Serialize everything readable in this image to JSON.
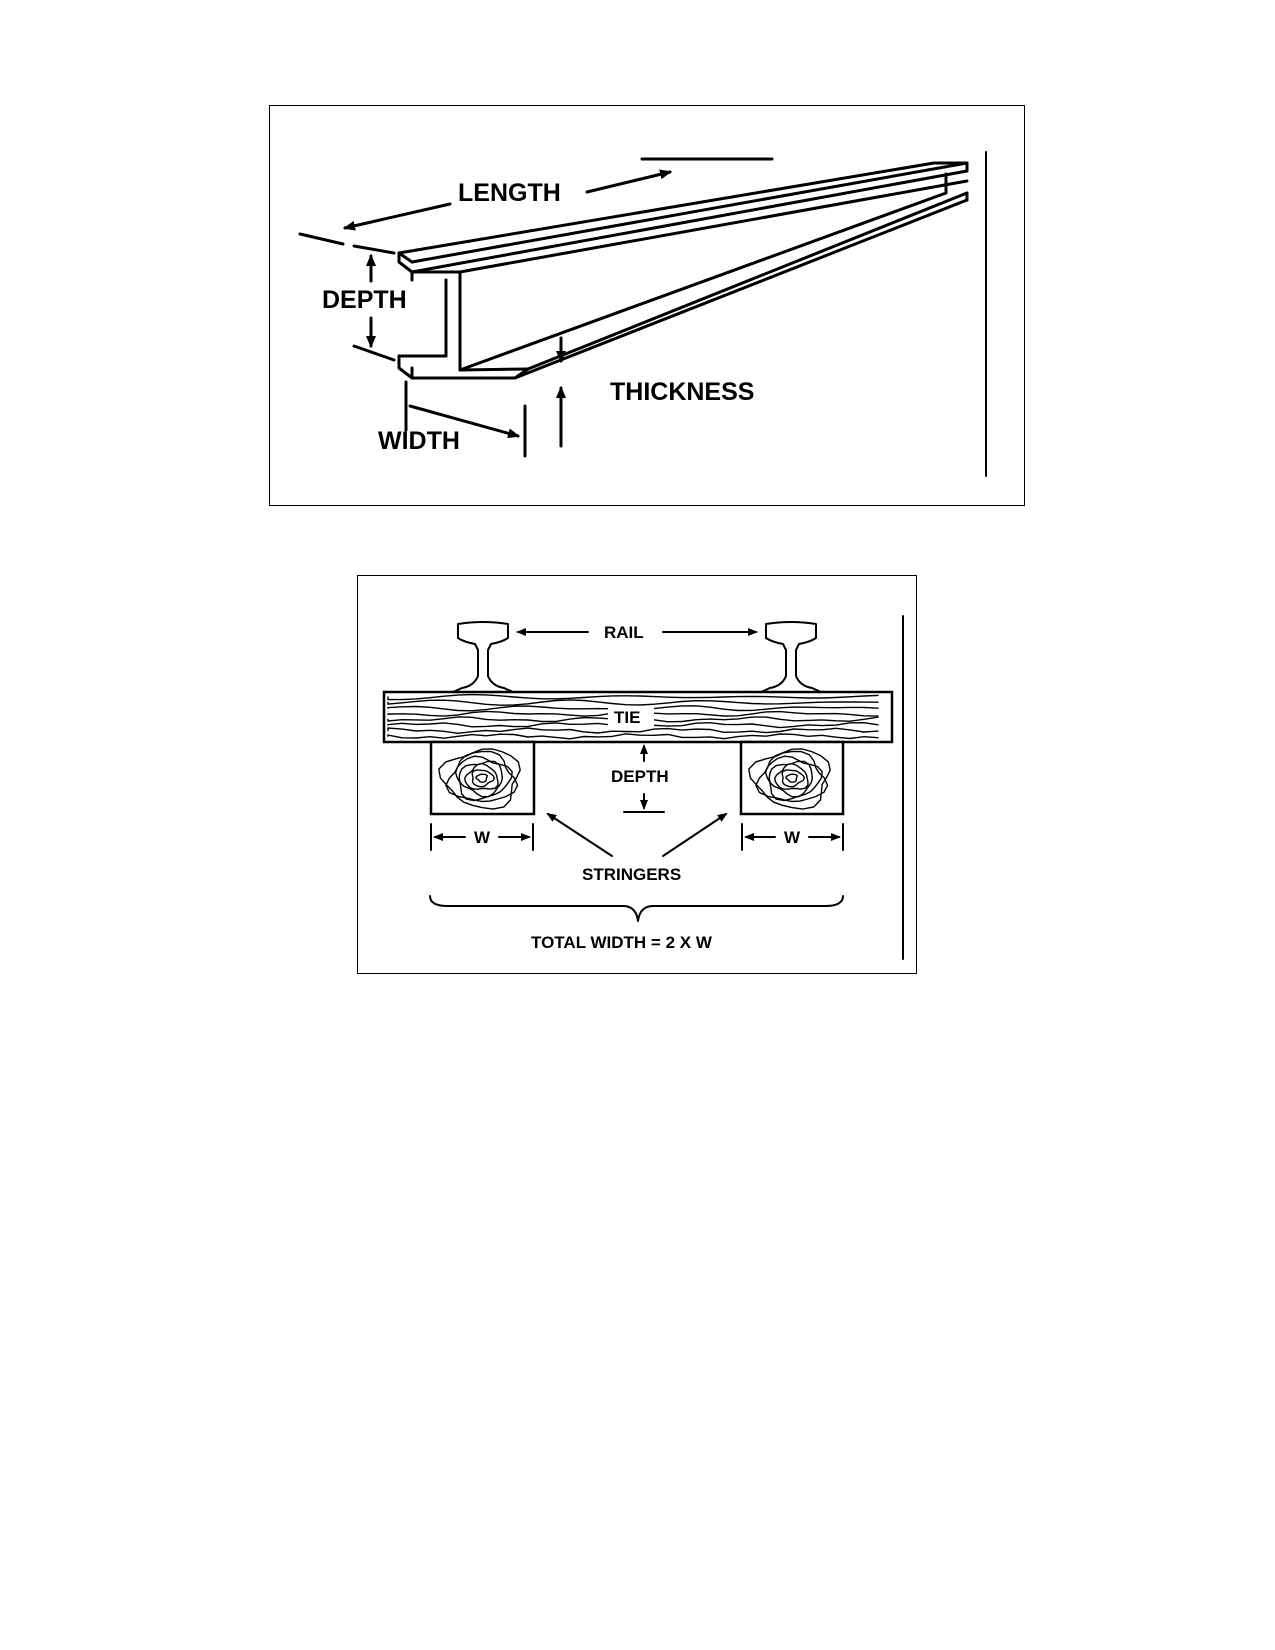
{
  "beam_figure": {
    "labels": {
      "length": "LENGTH",
      "depth": "DEPTH",
      "width": "WIDTH",
      "thickness": "THICKNESS"
    }
  },
  "track_figure": {
    "labels": {
      "rail": "RAIL",
      "tie": "TIE",
      "depth": "DEPTH",
      "w_left": "W",
      "w_right": "W",
      "stringers": "STRINGERS",
      "total_width": "TOTAL WIDTH = 2 X W"
    }
  }
}
